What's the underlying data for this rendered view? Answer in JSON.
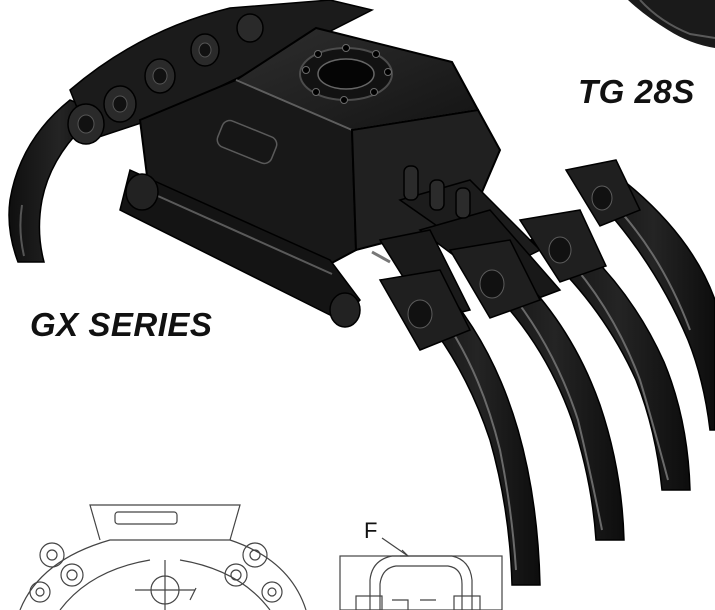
{
  "labels": {
    "product_series": "GX SERIES",
    "model": "TG 28S",
    "detail_marker": "F"
  },
  "icons": {
    "main_illustration": "grapple-rake-icon",
    "top_right_fragment": "grapple-fragment-icon",
    "bottom_left_drawing": "grapple-front-view-icon",
    "bottom_right_drawing": "grapple-side-view-icon"
  },
  "colors": {
    "body": "#151515",
    "body_light": "#2a2a2a",
    "highlight": "#6a6a6a",
    "line_drawing": "#444444",
    "background": "#ffffff"
  }
}
